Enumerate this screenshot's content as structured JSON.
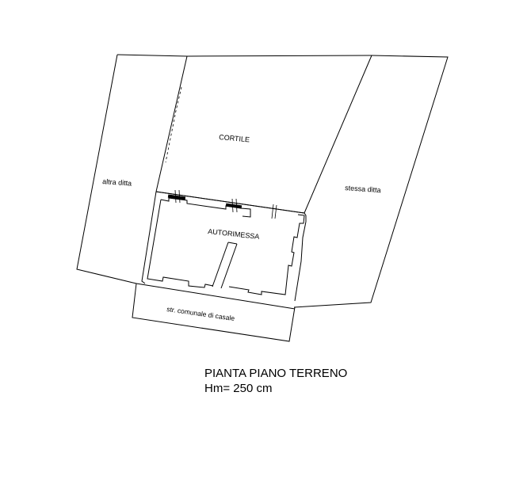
{
  "labels": {
    "cortile": "CORTILE",
    "altra_ditta": "altra ditta",
    "stessa_ditta": "stessa ditta",
    "autorimessa": "AUTORIMESSA",
    "strada": "str. comunale di casale"
  },
  "caption": {
    "title": "PIANTA PIANO TERRENO",
    "height": "Hm= 250 cm"
  }
}
